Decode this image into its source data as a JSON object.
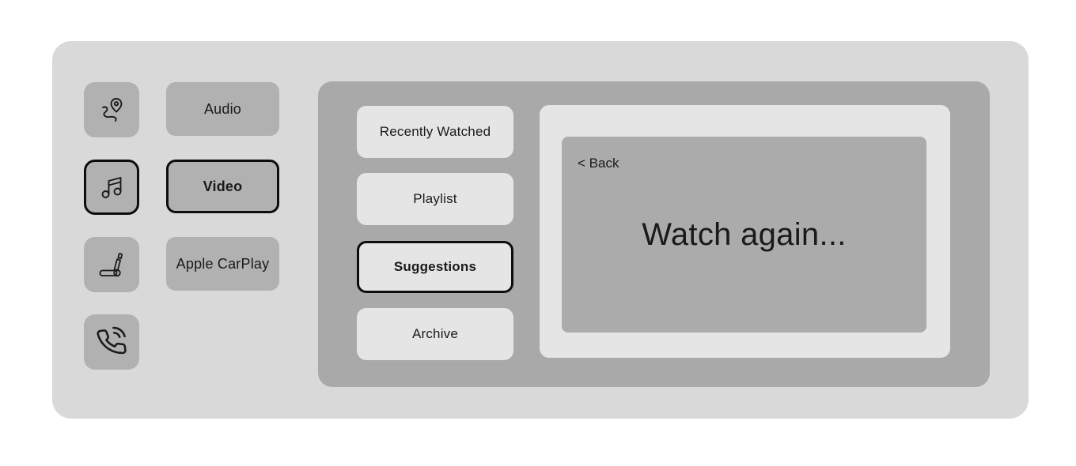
{
  "colors": {
    "page_bg": "#ffffff",
    "container_bg": "#d9d9d9",
    "button_bg": "#b1b1b1",
    "panel_bg": "#a9a9a9",
    "light_bg": "#e5e5e5",
    "content_bg": "#ababab",
    "text": "#1a1a1a",
    "selected_border": "#0d0d0d"
  },
  "icon_rail": {
    "items": [
      {
        "icon": "navigation-route-icon",
        "selected": false
      },
      {
        "icon": "music-note-icon",
        "selected": true
      },
      {
        "icon": "car-seat-icon",
        "selected": false
      },
      {
        "icon": "phone-icon",
        "selected": false
      }
    ]
  },
  "main_menu": {
    "items": [
      {
        "label": "Audio",
        "selected": false
      },
      {
        "label": "Video",
        "selected": true
      },
      {
        "label": "Apple CarPlay",
        "selected": false
      }
    ]
  },
  "video_menu": {
    "items": [
      {
        "label": "Recently Watched",
        "selected": false
      },
      {
        "label": "Playlist",
        "selected": false
      },
      {
        "label": "Suggestions",
        "selected": true
      },
      {
        "label": "Archive",
        "selected": false
      }
    ]
  },
  "content": {
    "back_label": "< Back",
    "title": "Watch again..."
  }
}
